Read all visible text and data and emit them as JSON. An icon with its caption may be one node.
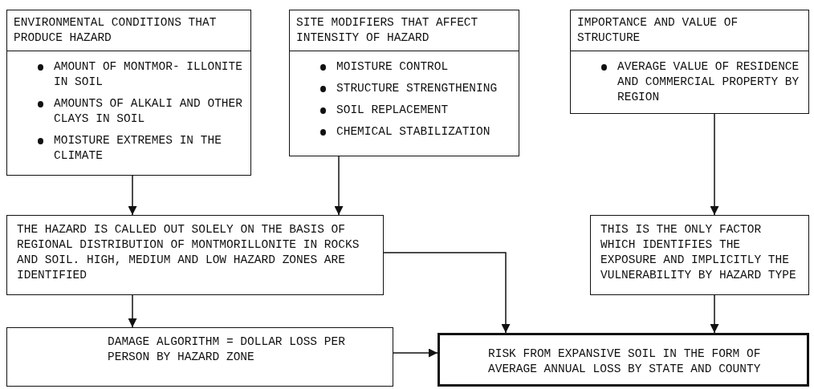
{
  "diagram": {
    "nodes": [
      {
        "text": [
          "ENVIRONMENTAL CONDITIONS THAT PRODUCE HAZARD",
          "AMOUNT OF MONTMOR- ILLONITE IN SOIL",
          "AMOUNTS OF ALKALI AND OTHER CLAYS IN SOIL",
          "MOISTURE EXTREMES IN THE CLIMATE"
        ]
      },
      {
        "text": [
          "SITE MODIFIERS THAT AFFECT INTENSITY OF HAZARD",
          "MOISTURE CONTROL",
          "STRUCTURE STRENGTHENING",
          "SOIL REPLACEMENT",
          "CHEMICAL STABILIZATION"
        ]
      },
      {
        "text": [
          "IMPORTANCE AND VALUE OF STRUCTURE",
          "AVERAGE VALUE OF RESIDENCE AND COMMERCIAL PROPERTY BY REGION"
        ]
      },
      {
        "text": [
          "THE HAZARD IS CALLED OUT SOLELY ON THE BASIS OF REGIONAL DISTRIBUTION OF MONTMORILLONITE IN ROCKS AND SOIL. HIGH, MEDIUM AND LOW HAZARD ZONES ARE IDENTIFIED"
        ]
      },
      {
        "text": [
          "THIS IS THE ONLY FACTOR WHICH IDENTIFIES THE EXPOSURE AND IMPLICITLY THE VULNERABILITY BY HAZARD TYPE"
        ]
      },
      {
        "text": [
          "DAMAGE ALGORITHM = DOLLAR LOSS PER PERSON BY HAZARD ZONE"
        ]
      },
      {
        "text": [
          "RISK FROM EXPANSIVE SOIL IN THE FORM OF AVERAGE ANNUAL LOSS BY STATE AND COUNTY"
        ]
      }
    ],
    "edges": [
      {
        "from": 0,
        "to": 3,
        "arrow": "to"
      },
      {
        "from": 1,
        "to": 3,
        "arrow": "to"
      },
      {
        "from": 2,
        "to": 4,
        "arrow": "to"
      },
      {
        "from": 3,
        "to": 5,
        "arrow": "to"
      },
      {
        "from": 3,
        "to": 6,
        "arrow": "to"
      },
      {
        "from": 4,
        "to": 6,
        "arrow": "to"
      },
      {
        "from": 5,
        "to": 6,
        "arrow": "to"
      }
    ]
  }
}
